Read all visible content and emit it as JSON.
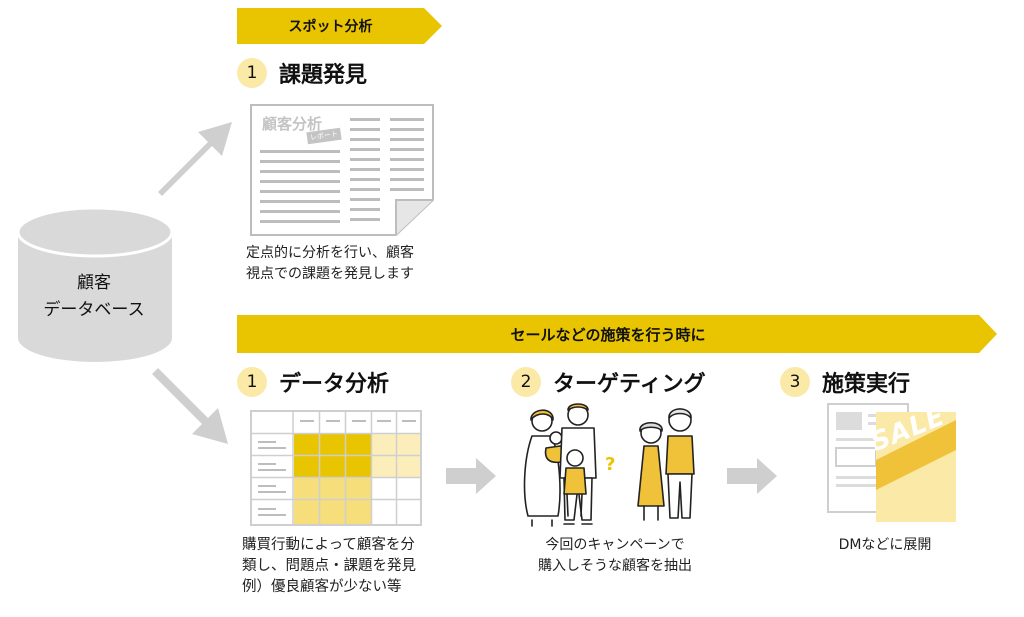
{
  "database": {
    "line1": "顧客",
    "line2": "データベース"
  },
  "spot": {
    "banner": "スポット分析",
    "step_number": "1",
    "step_title": "課題発見",
    "report_title": "顧客分析",
    "report_tag": "レポート",
    "caption_line1": "定点的に分析を行い、顧客",
    "caption_line2": "視点での課題を発見します"
  },
  "sale": {
    "banner": "セールなどの施策を行う時に",
    "steps": [
      {
        "number": "1",
        "title": "データ分析",
        "caption": [
          "購買行動によって顧客を分",
          "類し、問題点・課題を発見",
          "例）優良顧客が少ない等"
        ]
      },
      {
        "number": "2",
        "title": "ターゲティング",
        "caption": [
          "今回のキャンペーンで",
          "購入しそうな顧客を抽出"
        ]
      },
      {
        "number": "3",
        "title": "施策実行",
        "caption": [
          "DMなどに展開"
        ]
      }
    ],
    "question_mark": "?",
    "sale_text": "SALE"
  },
  "colors": {
    "accent": "#e9c400",
    "accent_light": "#fbe9a8",
    "gray": "#cfcfcf",
    "cylinder": "#d9d9d9"
  },
  "icons": [
    "database-cylinder-icon",
    "arrow-icon",
    "report-document-icon",
    "data-grid-icon",
    "family-people-icon",
    "sale-flyer-icon"
  ]
}
